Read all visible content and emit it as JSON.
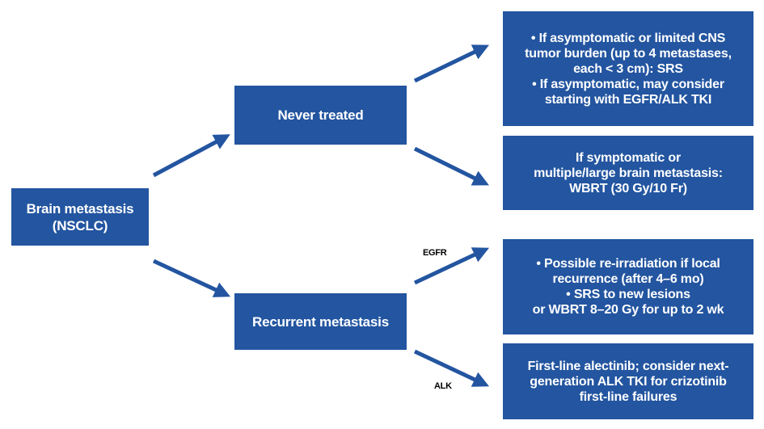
{
  "diagram": {
    "root": {
      "lines": [
        "Brain metastasis",
        "(NSCLC)"
      ]
    },
    "branches": {
      "never_treated": {
        "lines": [
          "Never treated"
        ]
      },
      "recurrent": {
        "lines": [
          "Recurrent metastasis"
        ]
      }
    },
    "outcomes": {
      "never_treated_a": {
        "lines": [
          "• If asymptomatic or limited CNS",
          "tumor burden (up to 4 metastases,",
          "each < 3 cm): SRS",
          "• If asymptomatic, may consider",
          "starting with EGFR/ALK TKI"
        ]
      },
      "never_treated_b": {
        "lines": [
          "If symptomatic or",
          "multiple/large brain metastasis:",
          "WBRT (30 Gy/10 Fr)"
        ]
      },
      "recurrent_egfr": {
        "lines": [
          "• Possible re-irradiation if local",
          "recurrence (after 4–6 mo)",
          "• SRS to new lesions",
          "or WBRT 8–20 Gy for up to 2 wk"
        ]
      },
      "recurrent_alk": {
        "lines": [
          "First-line alectinib; consider next-",
          "generation ALK TKI for crizotinib",
          "first-line failures"
        ]
      }
    },
    "edge_labels": {
      "egfr": "EGFR",
      "alk": "ALK"
    },
    "colors": {
      "box_fill": "#2355a0",
      "box_text": "#ffffff",
      "arrow": "#2355a0"
    }
  }
}
